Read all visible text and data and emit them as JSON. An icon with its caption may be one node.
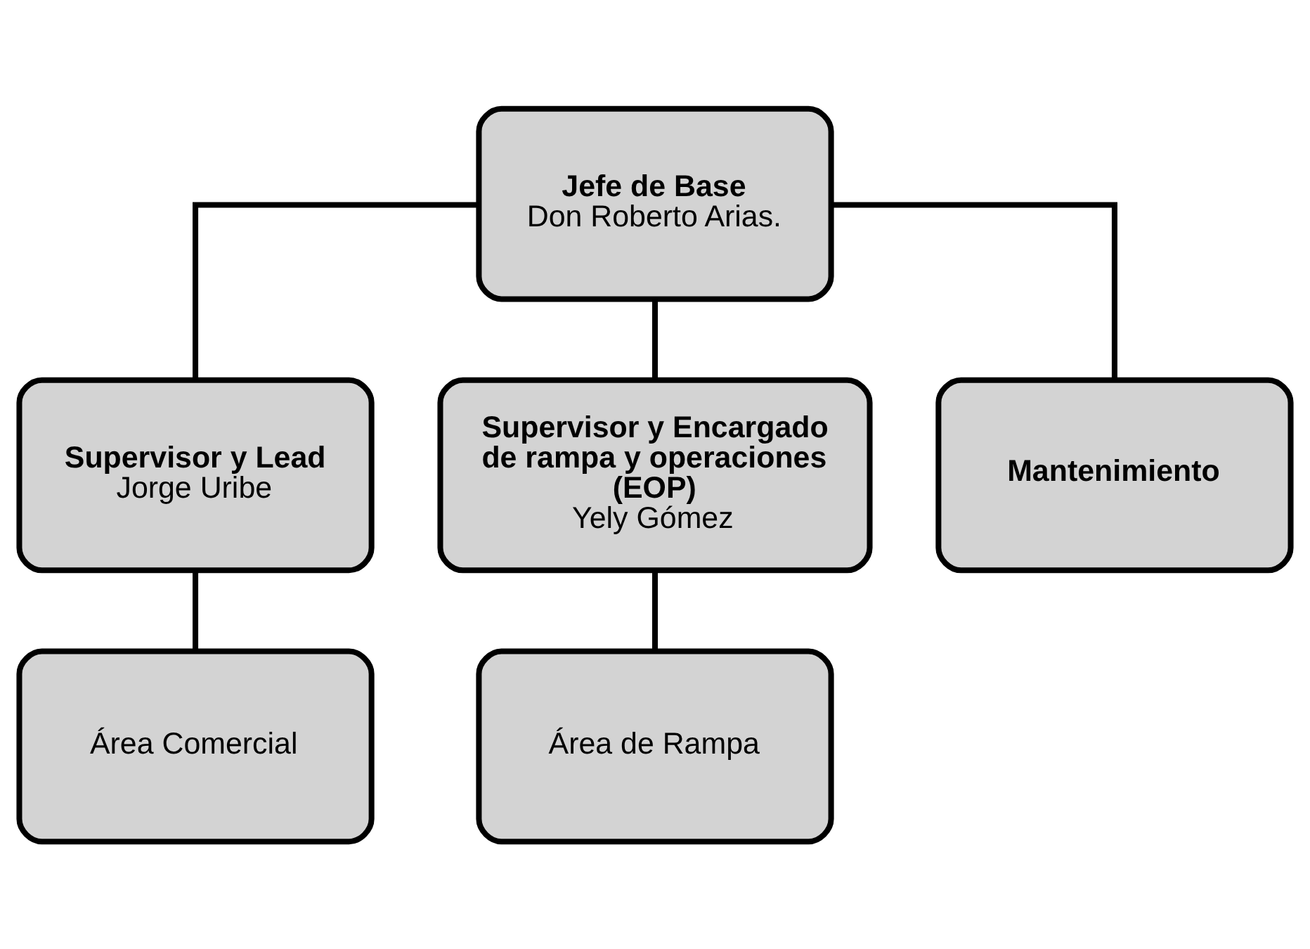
{
  "diagram": {
    "nodes": [
      {
        "text": [
          "Jefe de Base",
          "Don Roberto Arias."
        ]
      },
      {
        "text": [
          "Supervisor y Lead",
          "Jorge Uribe"
        ]
      },
      {
        "text": [
          "Supervisor y Encargado de rampa y operaciones (EOP)",
          "Yely Gómez"
        ]
      },
      {
        "text": [
          "Mantenimiento"
        ]
      },
      {
        "text": [
          "Área Comercial"
        ]
      },
      {
        "text": [
          "Área de Rampa"
        ]
      }
    ],
    "edges": [
      {
        "from": 0,
        "to": 1,
        "arrow": "none"
      },
      {
        "from": 0,
        "to": 2,
        "arrow": "none"
      },
      {
        "from": 0,
        "to": 3,
        "arrow": "none"
      },
      {
        "from": 1,
        "to": 4,
        "arrow": "none"
      },
      {
        "from": 2,
        "to": 5,
        "arrow": "none"
      }
    ]
  }
}
